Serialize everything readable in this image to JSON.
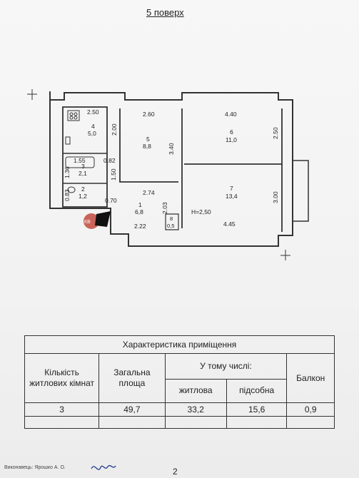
{
  "floor_title": "5 поверх",
  "dimensions": {
    "kitchen_top": "2.50",
    "room5_top": "2.60",
    "room6_top": "4.40",
    "kitchen_side": "2.00",
    "room5_side": "3.40",
    "room6_side": "2.50",
    "bath_width": "1.55",
    "bath_height": "1.36",
    "bath_side": "0.82",
    "bath_side2": "1.50",
    "hall_width": "2.74",
    "wc_height": "0.83",
    "wc_door": "0.70",
    "hall_side": "2.03",
    "hall_bottom": "2.22",
    "room7_side": "3.00",
    "room7_bottom": "4.45",
    "height_label": "H=2,50"
  },
  "rooms": [
    {
      "num": "4",
      "area": "5,0"
    },
    {
      "num": "5",
      "area": "8,8"
    },
    {
      "num": "6",
      "area": "11,0"
    },
    {
      "num": "3",
      "area": "2,1"
    },
    {
      "num": "2",
      "area": "1,2"
    },
    {
      "num": "1",
      "area": "6,8"
    },
    {
      "num": "7",
      "area": "13,4"
    },
    {
      "num": "8",
      "area": "0,5"
    }
  ],
  "stamp_text": "КВ",
  "table": {
    "title": "Характеристика приміщення",
    "col1": "Кількість житлових кімнат",
    "col2": "Загальна площа",
    "col3_group": "У тому числі:",
    "col3a": "житлова",
    "col3b": "підсобна",
    "col4": "Балкон",
    "values": {
      "rooms": "3",
      "total": "49,7",
      "living": "33,2",
      "utility": "15,6",
      "balcony": "0,9"
    }
  },
  "footer_text": "Виконавець: Ярошко А. О.",
  "page_number": "2"
}
